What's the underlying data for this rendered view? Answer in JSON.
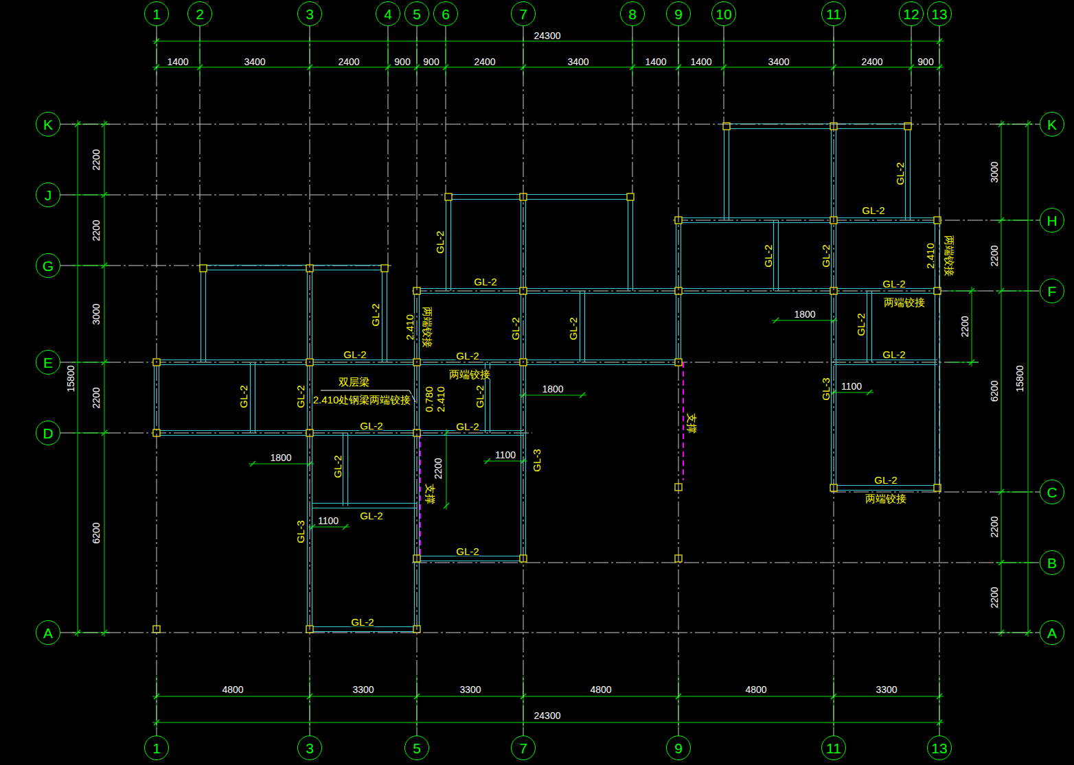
{
  "diagram": {
    "nodes": [
      {
        "text": [
          "1"
        ]
      },
      {
        "text": [
          "2"
        ]
      },
      {
        "text": [
          "3"
        ]
      },
      {
        "text": [
          "4"
        ]
      },
      {
        "text": [
          "5"
        ]
      },
      {
        "text": [
          "6"
        ]
      },
      {
        "text": [
          "7"
        ]
      },
      {
        "text": [
          "8"
        ]
      },
      {
        "text": [
          "9"
        ]
      },
      {
        "text": [
          "10"
        ]
      },
      {
        "text": [
          "11"
        ]
      },
      {
        "text": [
          "12"
        ]
      },
      {
        "text": [
          "13"
        ]
      },
      {
        "text": [
          "K"
        ]
      },
      {
        "text": [
          "K"
        ]
      },
      {
        "text": [
          "J"
        ]
      },
      {
        "text": [
          "H"
        ]
      },
      {
        "text": [
          "G"
        ]
      },
      {
        "text": [
          "F"
        ]
      },
      {
        "text": [
          "E"
        ]
      },
      {
        "text": [
          "D"
        ]
      },
      {
        "text": [
          "C"
        ]
      },
      {
        "text": [
          "B"
        ]
      },
      {
        "text": [
          "A"
        ]
      },
      {
        "text": [
          "A"
        ]
      },
      {
        "text": [
          "1"
        ]
      },
      {
        "text": [
          "3"
        ]
      },
      {
        "text": [
          "5"
        ]
      },
      {
        "text": [
          "7"
        ]
      },
      {
        "text": [
          "9"
        ]
      },
      {
        "text": [
          "11"
        ]
      },
      {
        "text": [
          "13"
        ]
      }
    ],
    "edges": [
      {
        "from": 0,
        "to": 25,
        "arrow": "none"
      },
      {
        "from": 2,
        "to": 26,
        "arrow": "none"
      },
      {
        "from": 4,
        "to": 27,
        "arrow": "none"
      },
      {
        "from": 6,
        "to": 28,
        "arrow": "none"
      },
      {
        "from": 8,
        "to": 29,
        "arrow": "none"
      },
      {
        "from": 10,
        "to": 30,
        "arrow": "none"
      },
      {
        "from": 12,
        "to": 31,
        "arrow": "none"
      },
      {
        "from": 13,
        "to": 14,
        "arrow": "none"
      },
      {
        "from": 23,
        "to": 24,
        "arrow": "none"
      }
    ],
    "labels": [
      "24300",
      "1400",
      "3400",
      "2400",
      "900",
      "900",
      "2400",
      "3400",
      "1400",
      "1400",
      "3400",
      "2400",
      "900",
      "2200",
      "2200",
      "3000",
      "2200",
      "6200",
      "15800",
      "3000",
      "2200",
      "6200",
      "2200",
      "2200",
      "15800",
      "2200",
      "4800",
      "3300",
      "3300",
      "4800",
      "4800",
      "3300",
      "24300",
      "1800",
      "1800",
      "1800",
      "1100",
      "1100",
      "1100",
      "2200",
      "GL-2",
      "GL-2",
      "2.410",
      "两端铰接",
      "GL-2",
      "GL-2",
      "GL-2",
      "两端铰接",
      "GL-2",
      "GL-2",
      "GL-3",
      "GL-2",
      "两端铰接",
      "GL-2",
      "GL-2",
      "GL-2",
      "2.410",
      "两端铰接",
      "GL-2",
      "GL-2",
      "GL-2",
      "GL-2",
      "两端铰接",
      "GL-2",
      "GL-2",
      "双层梁",
      "2.410处钢梁两端铰接",
      "0.780",
      "2.410",
      "GL-2",
      "GL-2",
      "GL-2",
      "支撑",
      "GL-3",
      "GL-2",
      "支撑",
      "GL-2",
      "GL-3",
      "GL-2",
      "GL-2"
    ]
  }
}
